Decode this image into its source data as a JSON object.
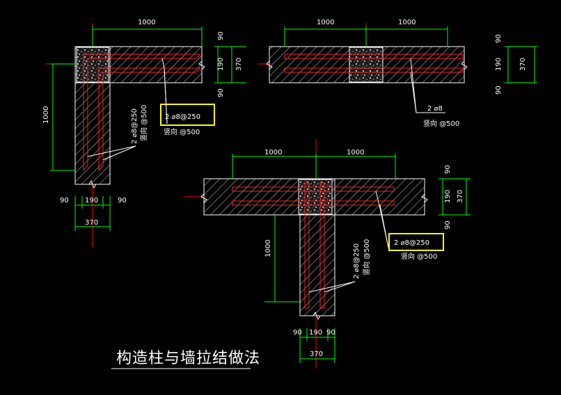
{
  "title": "构造柱与墙拉结做法",
  "colors": {
    "background": "#000000",
    "wall": "#ffffff",
    "dimension": "#00ff00",
    "rebar": "#ff2020",
    "axis": "#ff0000",
    "highlight": "#ffff00"
  },
  "details": {
    "corner": {
      "dim_top": "1000",
      "dim_side": "1000",
      "dim_right_a": "90",
      "dim_right_b": "190",
      "dim_right_c": "90",
      "dim_right_total": "370",
      "dim_bottom_a": "90",
      "dim_bottom_b": "190",
      "dim_bottom_c": "90",
      "dim_bottom_total": "370",
      "rebar_note_h": "2 ⌀8@250",
      "rebar_note_h_sub": "竖向 @500",
      "rebar_note_v": "2 ⌀8@250",
      "rebar_note_v_sub": "竖向 @500"
    },
    "straight": {
      "dim_left": "1000",
      "dim_right": "1000",
      "dim_side_a": "90",
      "dim_side_b": "190",
      "dim_side_c": "90",
      "dim_side_total": "370",
      "rebar_note": "2 ⌀8",
      "rebar_note_sub": "竖向 @500"
    },
    "tee": {
      "dim_left": "1000",
      "dim_right": "1000",
      "dim_side_a": "90",
      "dim_side_b": "190",
      "dim_side_c": "90",
      "dim_side_total": "370",
      "dim_stem": "1000",
      "dim_bottom_a": "90",
      "dim_bottom_b": "190",
      "dim_bottom_c": "90",
      "dim_bottom_total": "370",
      "rebar_note_h": "2 ⌀8@250",
      "rebar_note_h_sub": "竖向 @500",
      "rebar_note_v": "2 ⌀8@250",
      "rebar_note_v_sub": "竖向 @500"
    }
  }
}
